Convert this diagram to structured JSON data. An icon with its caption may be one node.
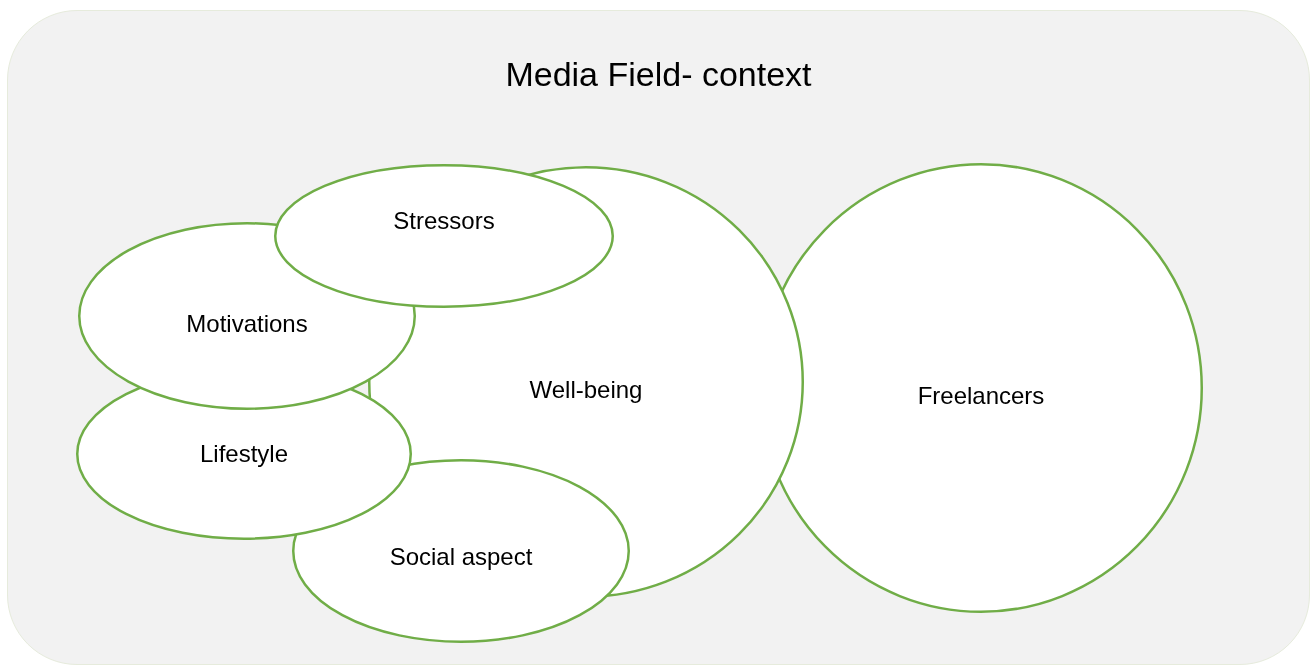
{
  "diagram": {
    "nodes": [
      {
        "text": [
          "Media Field- context"
        ]
      },
      {
        "text": [
          "Stressors"
        ],
        "in": 0
      },
      {
        "text": [
          "Motivations"
        ],
        "in": 0
      },
      {
        "text": [
          "Well-being"
        ],
        "in": 0
      },
      {
        "text": [
          "Freelancers"
        ],
        "in": 0
      },
      {
        "text": [
          "Lifestyle"
        ],
        "in": 0
      },
      {
        "text": [
          "Social aspect"
        ],
        "in": 0
      }
    ]
  }
}
